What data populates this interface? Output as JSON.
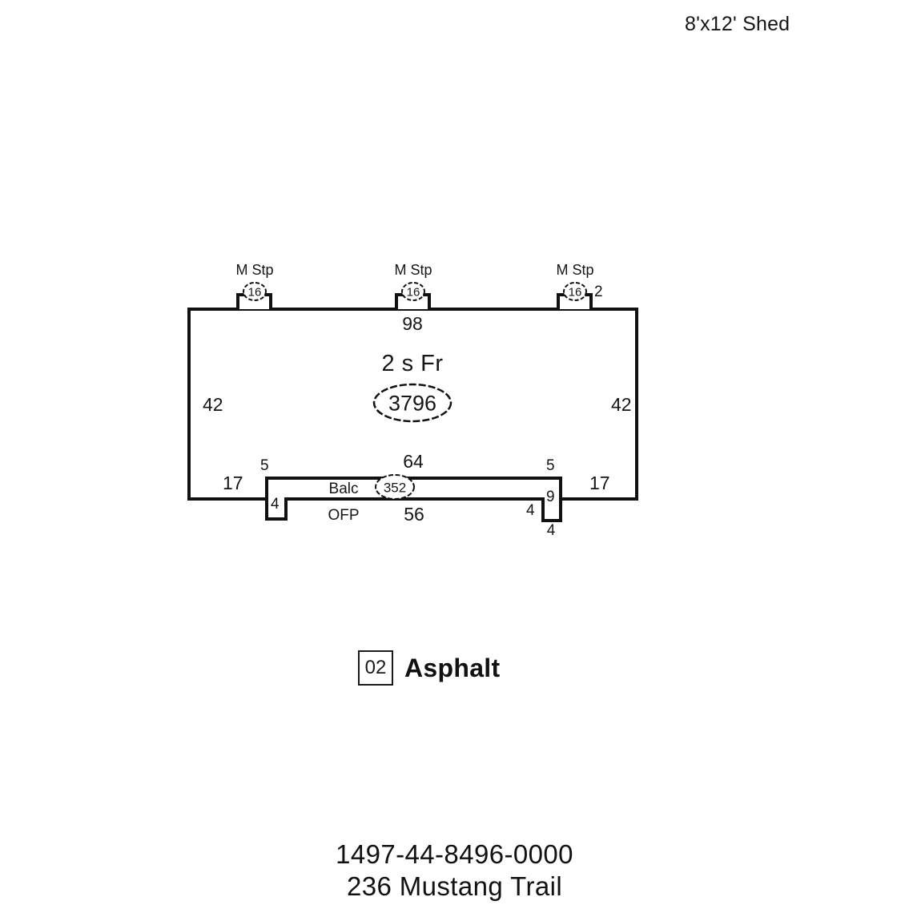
{
  "header": {
    "shed_note": "8'x12' Shed"
  },
  "sketch": {
    "main_structure": {
      "label": "2 s Fr",
      "area": "3796",
      "dim_top": "98",
      "dim_left": "42",
      "dim_right": "42",
      "dim_bottom_left": "17",
      "dim_bottom_right": "17"
    },
    "stoops": [
      {
        "label": "M Stp",
        "value": "16"
      },
      {
        "label": "M Stp",
        "value": "16"
      },
      {
        "label": "M Stp",
        "value": "16",
        "side_dim": "2"
      }
    ],
    "addition": {
      "label_upper": "Balc",
      "label_lower": "OFP",
      "area": "352",
      "dim_top": "64",
      "dim_bottom": "56",
      "dim_left_offset": "5",
      "dim_right_offset": "5",
      "dim_left_notch": "4",
      "dim_right_notch": "4",
      "dim_right_notch_bottom": "4",
      "dim_right_depth": "9"
    }
  },
  "legend": {
    "code": "02",
    "description": "Asphalt"
  },
  "footer": {
    "parcel_id": "1497-44-8496-0000",
    "address": "236 Mustang Trail"
  }
}
